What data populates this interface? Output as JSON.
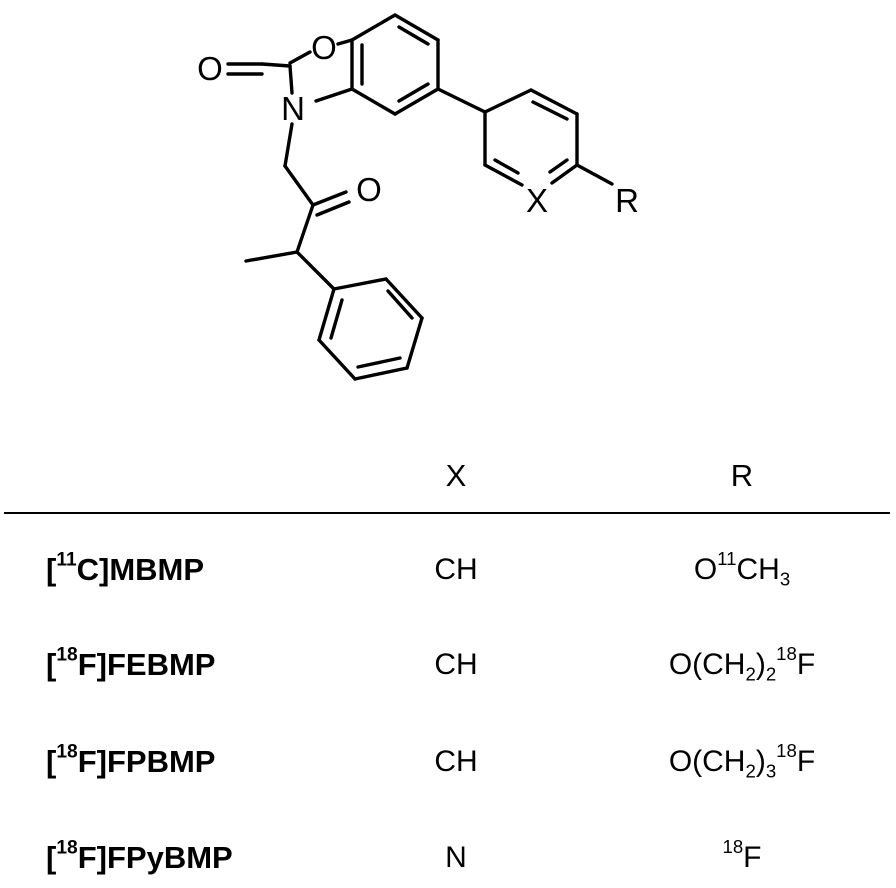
{
  "structure": {
    "atom_labels": {
      "ring_oxygen": "O",
      "carbonyl_oxygen": "O",
      "ring_nitrogen": "N",
      "ketone_oxygen": "O",
      "variable_atom": "X",
      "substituent": "R"
    }
  },
  "table": {
    "headers": {
      "x": "X",
      "r": "R"
    },
    "rows": [
      {
        "name": {
          "iso": "11",
          "rest": "C]MBMP"
        },
        "x": "CH",
        "r": {
          "a": "O",
          "iso": "11",
          "b": "CH",
          "sub1": "3",
          "c": "",
          "sub2": "",
          "iso2": "",
          "d": ""
        }
      },
      {
        "name": {
          "iso": "18",
          "rest": "F]FEBMP"
        },
        "x": "CH",
        "r": {
          "a": "O(CH",
          "iso": "",
          "b": "",
          "sub1": "2",
          "c": ")",
          "sub2": "2",
          "iso2": "18",
          "d": "F"
        }
      },
      {
        "name": {
          "iso": "18",
          "rest": "F]FPBMP"
        },
        "x": "CH",
        "r": {
          "a": "O(CH",
          "iso": "",
          "b": "",
          "sub1": "2",
          "c": ")",
          "sub2": "3",
          "iso2": "18",
          "d": "F"
        }
      },
      {
        "name": {
          "iso": "18",
          "rest": "F]FPyBMP"
        },
        "x": "N",
        "r": {
          "a": "",
          "iso": "18",
          "b": "F",
          "sub1": "",
          "c": "",
          "sub2": "",
          "iso2": "",
          "d": ""
        }
      }
    ]
  }
}
